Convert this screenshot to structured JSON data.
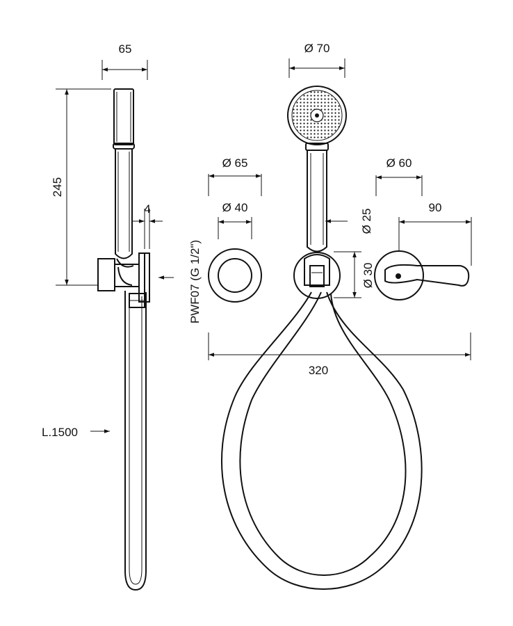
{
  "dimensions": {
    "side_width": "65",
    "side_height": "245",
    "side_offset": "4",
    "hose_length": "L.1500",
    "head_diameter": "Ø 70",
    "ring_outer": "Ø 65",
    "ring_inner": "Ø 40",
    "handle_diameter": "Ø 25",
    "holder_diameter": "Ø 30",
    "lever_plate": "Ø 60",
    "lever_length": "90",
    "overall_width": "320",
    "connection": "PWF07 (G 1/2\")"
  }
}
